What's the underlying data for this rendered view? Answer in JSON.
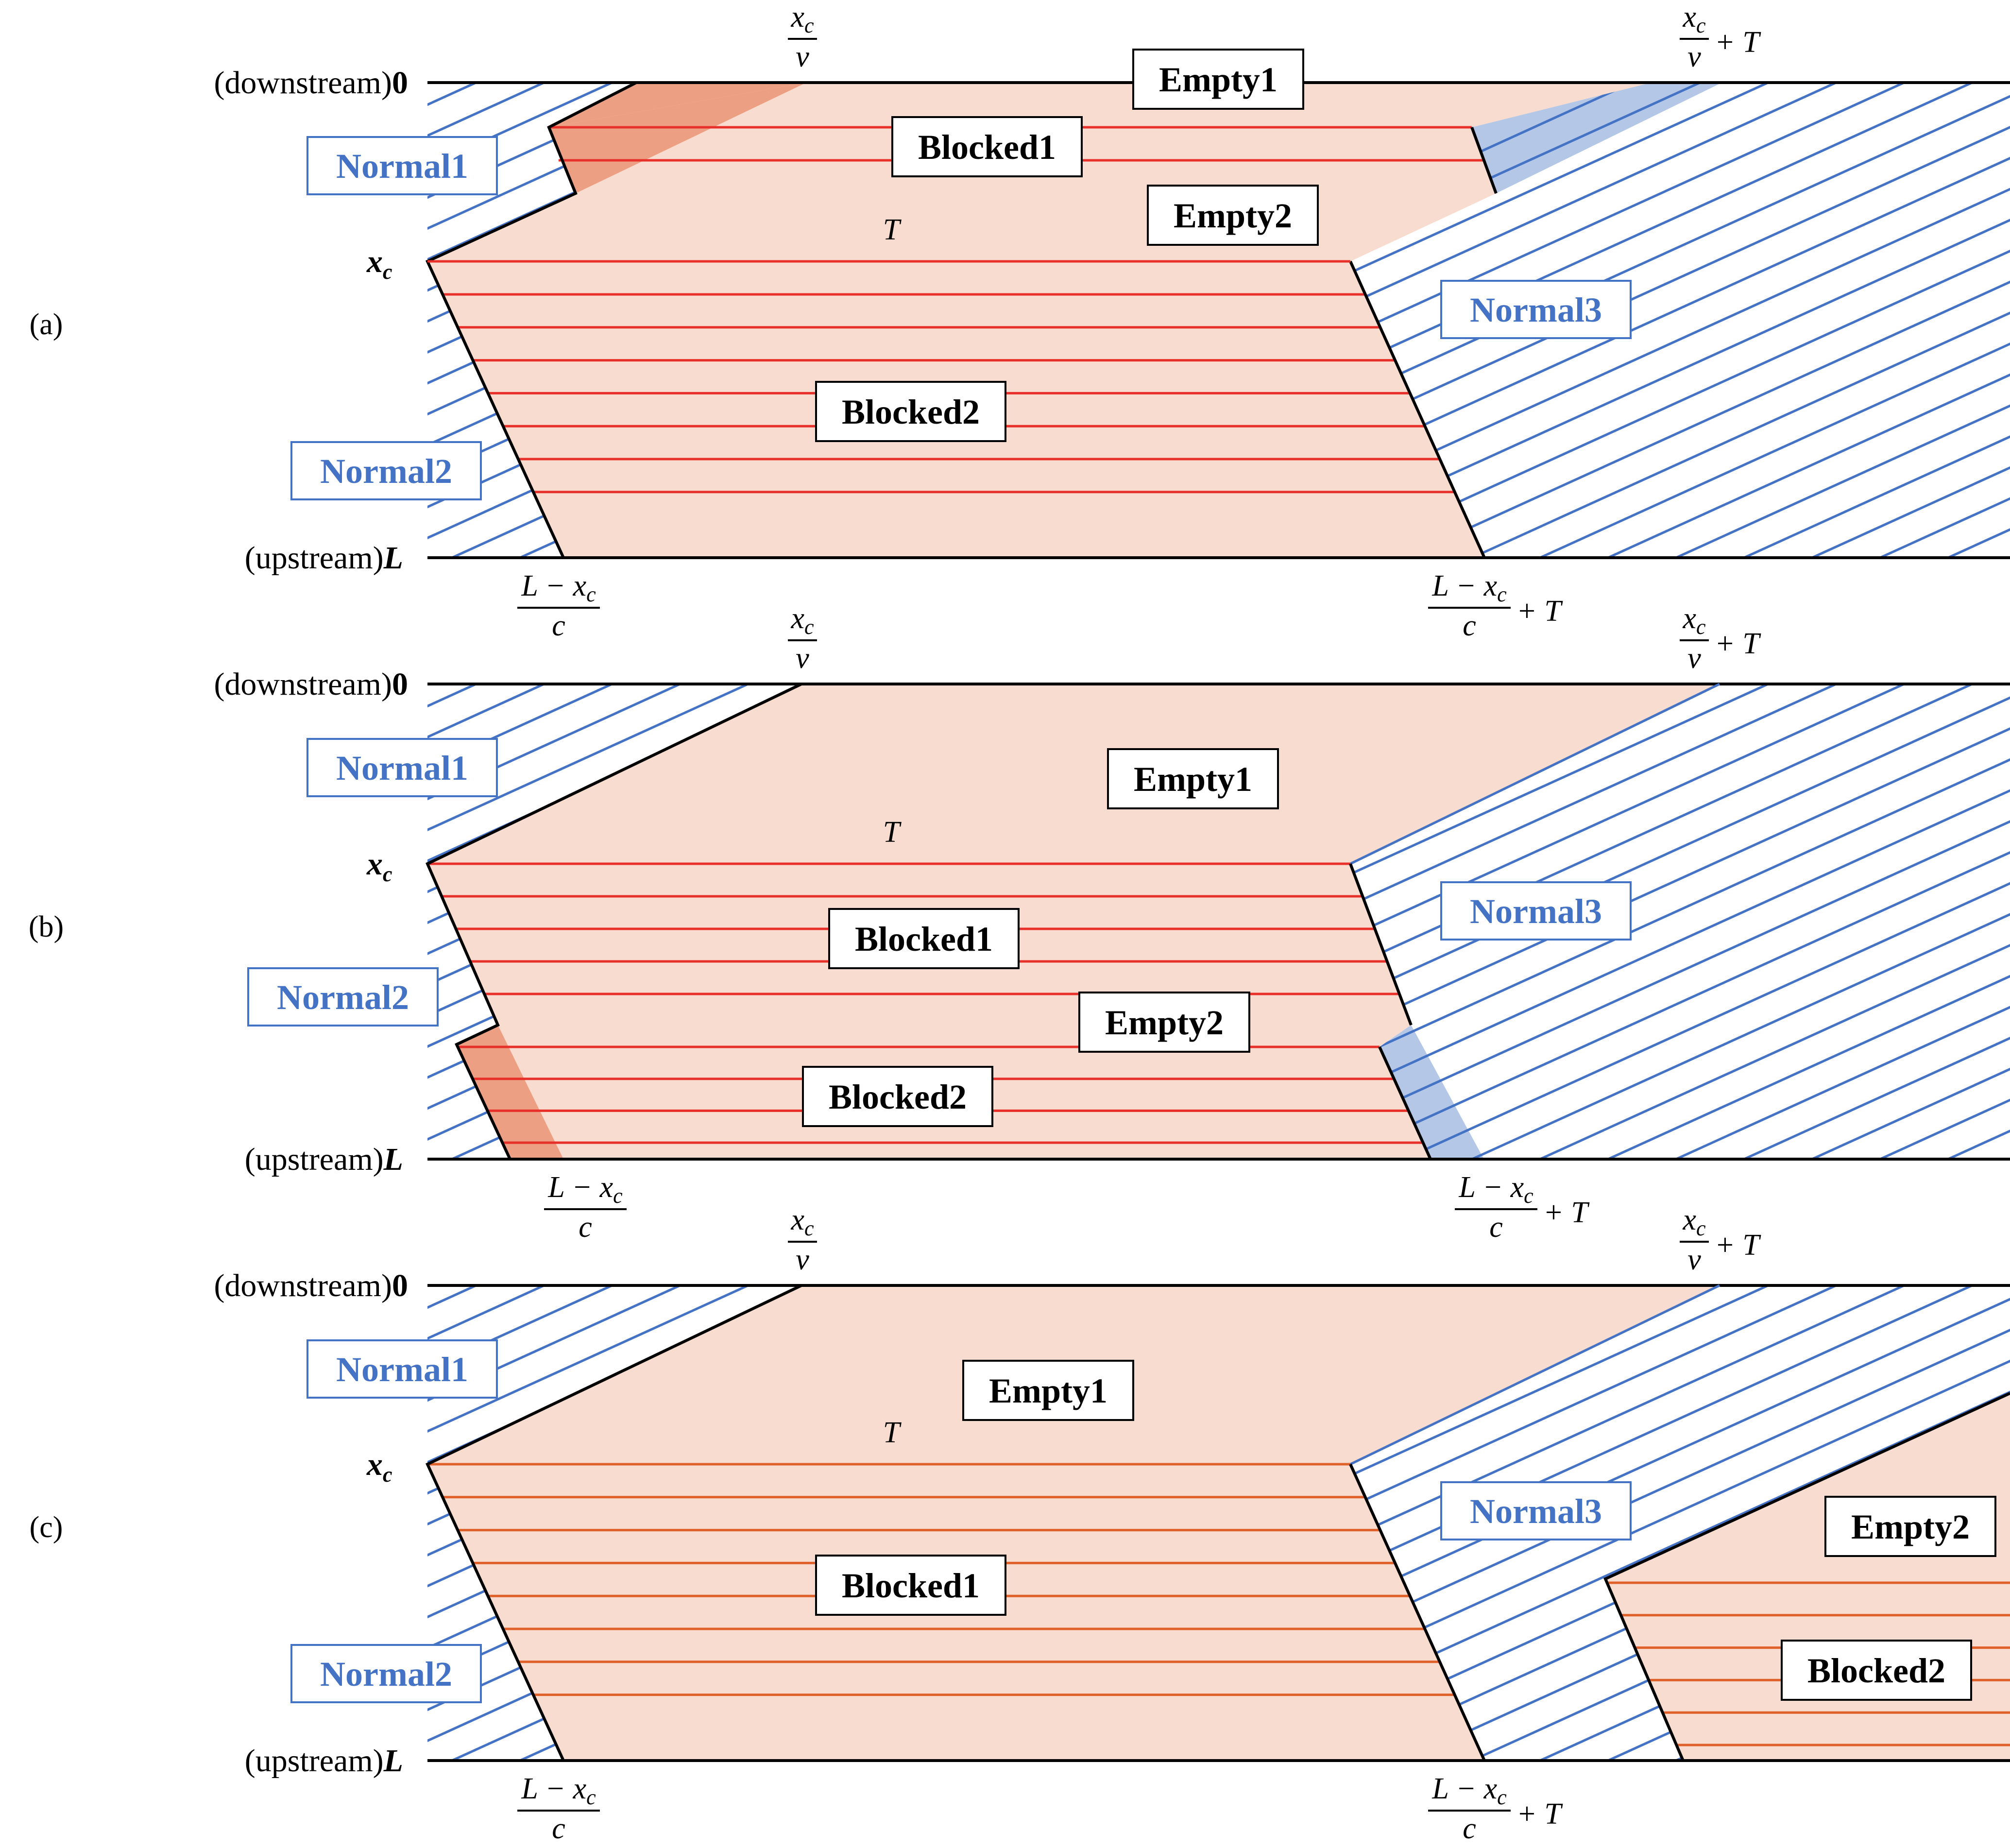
{
  "axis": {
    "top_label_prefix": "(downstream)",
    "top_label_value": "0",
    "bottom_label_prefix": "(upstream)",
    "bottom_label_value": "L",
    "mid_label_main": "x",
    "mid_label_sub": "c",
    "T_label": "T"
  },
  "fractions": {
    "xc_over_v": {
      "num_main": "x",
      "num_sub": "c",
      "den": "v"
    },
    "xc_over_v_plus_T": {
      "num_main": "x",
      "num_sub": "c",
      "den": "v",
      "suffix": "+ T"
    },
    "L_minus_xc_over_c": {
      "num_prefix": "L − x",
      "num_sub": "c",
      "den": "c"
    },
    "L_minus_xc_over_c_plus_T": {
      "num_prefix": "L − x",
      "num_sub": "c",
      "den": "c",
      "suffix": "+ T"
    }
  },
  "panels": [
    {
      "tag": "(a)",
      "labels": {
        "empty1": "Empty1",
        "blocked1": "Blocked1",
        "empty2": "Empty2",
        "blocked2": "Blocked2",
        "normal1": "Normal1",
        "normal2": "Normal2",
        "normal3": "Normal3"
      }
    },
    {
      "tag": "(b)",
      "labels": {
        "empty1": "Empty1",
        "blocked1": "Blocked1",
        "empty2": "Empty2",
        "blocked2": "Blocked2",
        "normal1": "Normal1",
        "normal2": "Normal2",
        "normal3": "Normal3"
      }
    },
    {
      "tag": "(c)",
      "labels": {
        "empty1": "Empty1",
        "blocked1": "Blocked1",
        "empty2": "Empty2",
        "blocked2": "Blocked2",
        "normal1": "Normal1",
        "normal2": "Normal2",
        "normal3": "Normal3"
      }
    }
  ],
  "colors": {
    "blue": "#4472c4",
    "red": "#e8302a",
    "orange": "#e0602a",
    "fill_light": "#f8dccf",
    "fill_dark": "#ed9f83",
    "fill_blue": "#b4c7e7"
  }
}
